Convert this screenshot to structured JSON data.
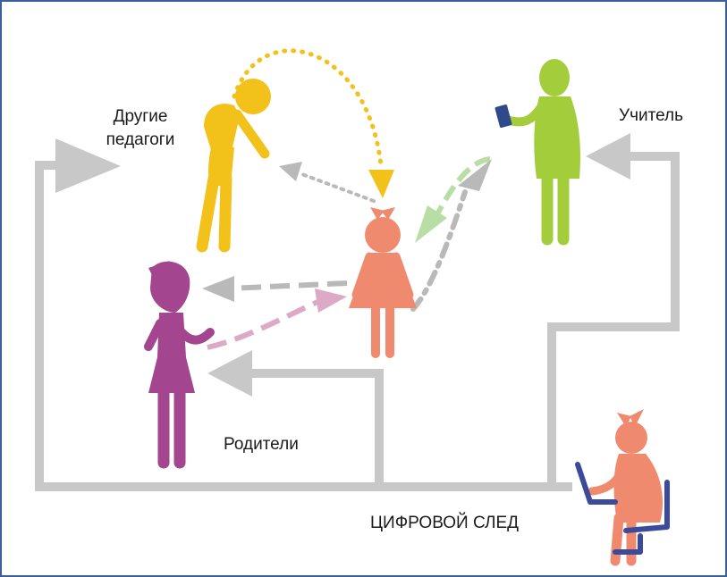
{
  "labels": {
    "other_teachers_line1": "Другие",
    "other_teachers_line2": "педагоги",
    "teacher": "Учитель",
    "parents": "Родители",
    "digital_trace": "ЦИФРОВОЙ СЛЕД"
  },
  "colors": {
    "border": "#3b5f97",
    "flow_gray": "#c8c8c8",
    "other_teachers": "#f2c21b",
    "teacher": "#a4cd3c",
    "student": "#f08a6e",
    "parent": "#a3468f",
    "phone": "#2f4a8a",
    "laptop": "#3b4a9a"
  },
  "icons": [
    "other-teacher-figure",
    "teacher-figure",
    "student-figure",
    "parent-figure",
    "student-at-laptop-figure"
  ]
}
